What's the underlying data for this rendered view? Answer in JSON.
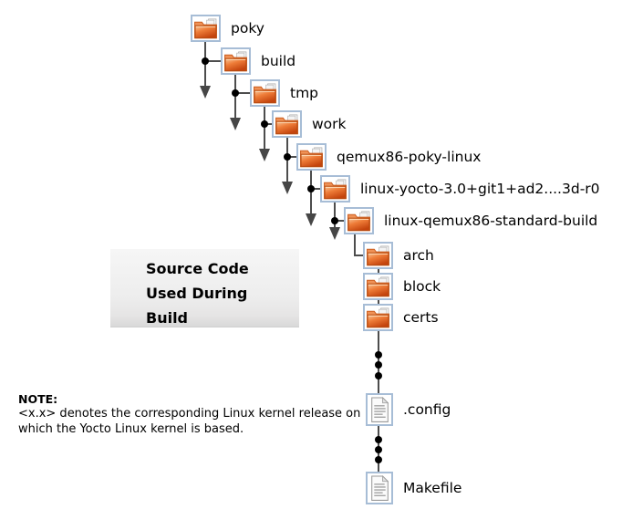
{
  "tree": {
    "nodes": [
      {
        "type": "folder",
        "label": "poky"
      },
      {
        "type": "folder",
        "label": "build"
      },
      {
        "type": "folder",
        "label": "tmp"
      },
      {
        "type": "folder",
        "label": "work"
      },
      {
        "type": "folder",
        "label": "qemux86-poky-linux"
      },
      {
        "type": "folder",
        "label": "linux-yocto-3.0+git1+ad2....3d-r0"
      },
      {
        "type": "folder",
        "label": "linux-qemux86-standard-build"
      },
      {
        "type": "folder",
        "label": "arch"
      },
      {
        "type": "folder",
        "label": "block"
      },
      {
        "type": "folder",
        "label": "certs"
      },
      {
        "type": "file",
        "label": ".config"
      },
      {
        "type": "file",
        "label": "Makefile"
      }
    ]
  },
  "callout": {
    "line1": "Source Code",
    "line2": "Used During",
    "line3": "Build"
  },
  "note": {
    "title": "NOTE:",
    "line1": "<x.x> denotes the corresponding Linux kernel release on",
    "line2": "which the Yocto Linux kernel is based."
  },
  "colors": {
    "background": "#ffffff",
    "line": "#4d4d4d",
    "dot": "#000000",
    "icon_border": "#a7bdd6",
    "folder_light": "#f9c79a",
    "folder_dark": "#c4440d",
    "callout_bg": "#ececec",
    "text": "#000000"
  }
}
